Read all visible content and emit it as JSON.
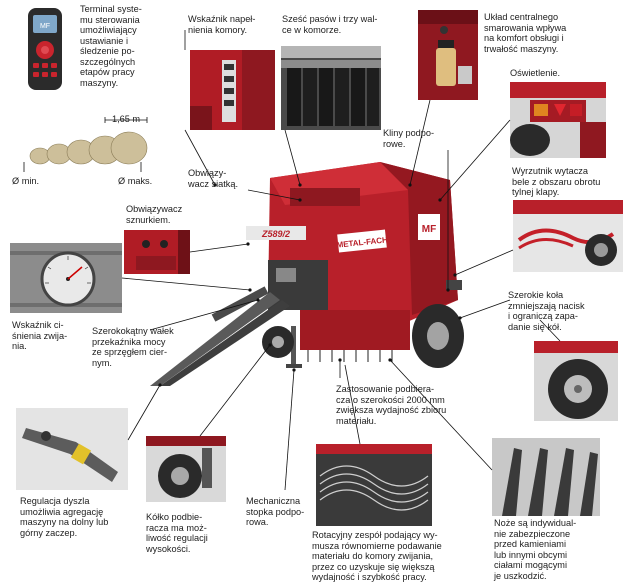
{
  "labels": {
    "terminal": "Terminal syste-\nmu sterowania\numożliwiający\nustawianie i\nśledzenie po-\nszczególnych\netapów pracy\nmaszyny.",
    "chamber_indicator": "Wskaźnik napeł-\nnienia komory.",
    "belts": "Sześć pasów i trzy wal-\nce w komorze.",
    "lubrication": "Układ centralnego\nsmarowania wpływa\nna komfort obsługi i\ntrwałość maszyny.",
    "lighting": "Oświetlenie.",
    "wedges": "Kliny podpo-\nrowe.",
    "net_wrap": "Obwiązy-\nwacz siatką.",
    "twine_wrap": "Obwiązywacz\nsznurkiem.",
    "ejector": "Wyrzutnik wytacza\nbele z obszaru obrotu\ntylnej klapy.",
    "wheels": "Szerokie koła\nzmniejszają nacisk\ni ograniczą zapa-\ndanie się kół.",
    "pressure": "Wskaźnik ci-\nśnienia zwija-\nnia.",
    "shaft": "Szerokokątny wałek\nprzekaźnika mocy\nze sprzęgłem cier-\nnym.",
    "pickup": "Zastosowanie podbiera-\ncza o szerokości 2000 mm\nzwiększa wydajność zbioru\nmateriału.",
    "drawbar": "Regulacja dyszla\numożliwia agregację\nmaszyny na dolny lub\ngórny zaczep.",
    "pickup_wheel": "Kółko podbie-\nracza ma moż-\nliwość regulacji\nwysokości.",
    "stand": "Mechaniczna\nstopka podpo-\nrowa.",
    "rotor": "Rotacyjny zespół podający wy-\nmusza równomierne podawanie\nmateriału do komory zwijania,\nprzez co uzyskuje się większą\nwydajność i szybkość pracy.",
    "knives": "Noże są indywidual-\nnie zabezpieczone\nprzed kamieniami\nlub innymi obcymi\nciałami mogącymi\nje uszkodzić."
  },
  "bale_diagram": {
    "size_label": "1,65 m",
    "min_label": "Ø min.",
    "max_label": "Ø maks."
  },
  "machine": {
    "model_badge": "Z589/2",
    "brand_badge": "METAL-FACH",
    "brand_short": "MF"
  },
  "terminal_device": {
    "screen_text": "MF"
  },
  "colors": {
    "machine_red": "#b8202a",
    "tire_black": "#2a2a2a",
    "metal_grey": "#8a8a8a"
  }
}
